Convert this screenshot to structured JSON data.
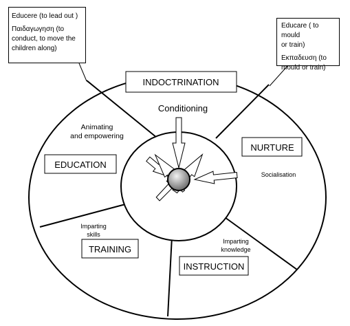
{
  "callouts": {
    "left": {
      "latin": "Educere (to lead out )",
      "greek_line1": "Παιδαγωγηση (to",
      "greek_line2": "conduct, to move the",
      "greek_line3": "children along)"
    },
    "right": {
      "latin_line1": "Educare ( to mould",
      "latin_line2": "or train)",
      "greek_line1": "Εκπαδευση (to",
      "greek_line2": "mould or train)"
    }
  },
  "sectors": {
    "indoctrination": "INDOCTRINATION",
    "nurture": "NURTURE",
    "instruction": "INSTRUCTION",
    "training": "TRAINING",
    "education": "EDUCATION"
  },
  "processes": {
    "conditioning": "Conditioning",
    "animating_line1": "Animating",
    "animating_line2": "and  empowering",
    "socialisation": "Socialisation",
    "imparting_knowledge_line1": "Imparting",
    "imparting_knowledge_line2": "knowledge",
    "imparting_skills_line1": "Imparting",
    "imparting_skills_line2": "skills"
  },
  "colors": {
    "line": "#000000",
    "background": "#ffffff",
    "hub_light": "#f2f2f2",
    "hub_dark": "#6e6e6e"
  }
}
